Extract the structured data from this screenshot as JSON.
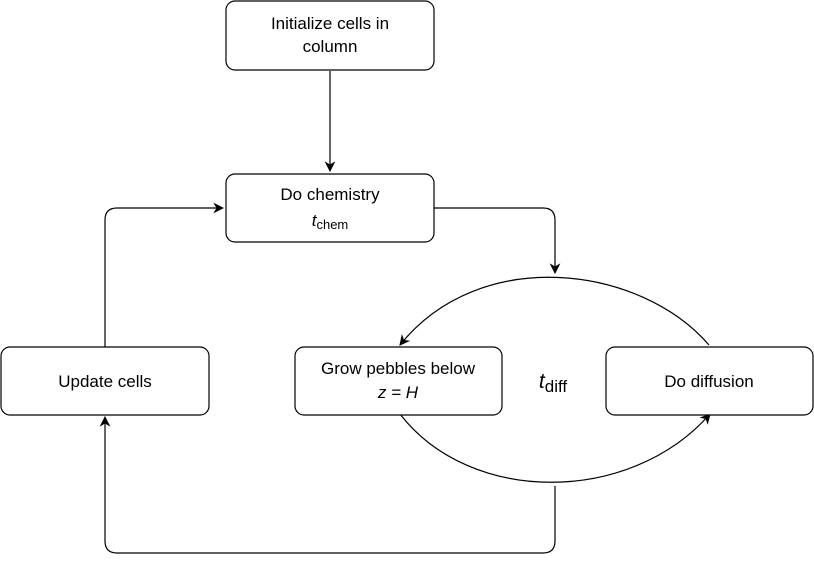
{
  "nodes": {
    "init": {
      "line1": "Initialize cells in",
      "line2": "column"
    },
    "chemistry": {
      "line1": "Do chemistry",
      "time_symbol": "t",
      "time_sub": "chem"
    },
    "update": {
      "label": "Update cells"
    },
    "grow": {
      "line1": "Grow pebbles below",
      "line2": "z = H"
    },
    "diffusion": {
      "label": "Do diffusion"
    }
  },
  "labels": {
    "diffusion_time": {
      "symbol": "t",
      "sub": "diff"
    }
  }
}
